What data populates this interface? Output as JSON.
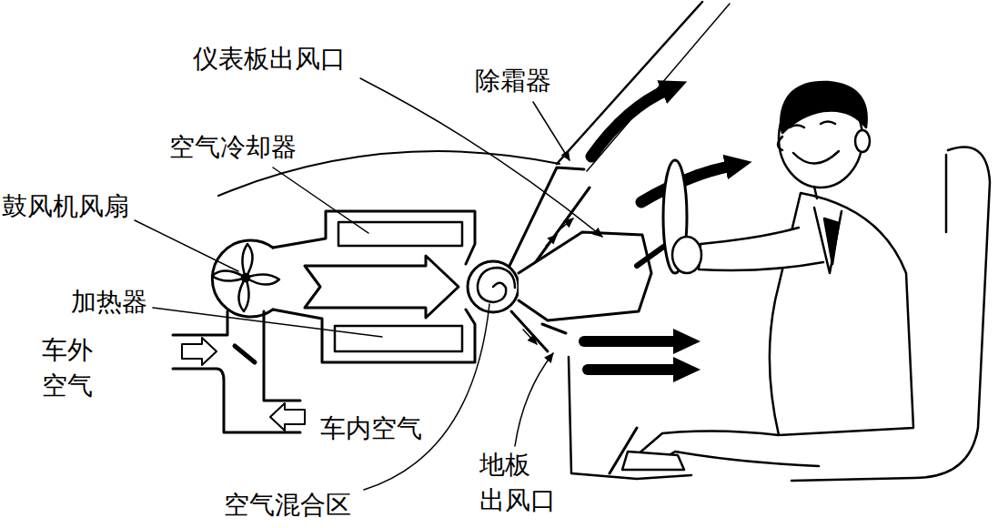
{
  "diagram": {
    "labels": [
      "仪表板出风口",
      "除霜器",
      "空气冷却器",
      "鼓风机风扇",
      "加热器",
      "车外 空气",
      "车内空气",
      "空气混合区",
      "地板 出风口"
    ]
  }
}
